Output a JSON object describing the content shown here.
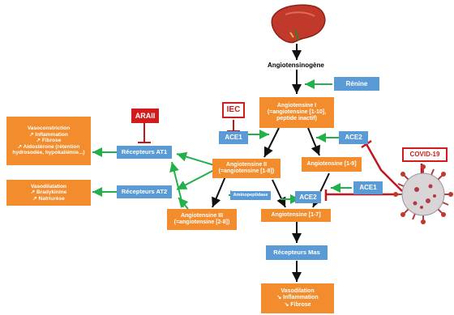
{
  "nodes": {
    "angiotensinogen": "Angiotensinogène",
    "renin": "Rénine",
    "ang1": [
      "Angiotensine I",
      "(=angiotensine [1-10],",
      "peptide inactif)"
    ],
    "iec": "IEC",
    "ace1_top": "ACE1",
    "ace2_top": "ACE2",
    "covid": "COVID-19",
    "arai": "ARAII",
    "at1": "Récepteurs AT1",
    "at2": "Récepteurs AT2",
    "ang2": [
      "Angiotensine II",
      "(=angiotensine [1-8])"
    ],
    "ang19": "Angiotensine [1-9]",
    "ace1_right": "ACE1",
    "ace2_mid": "ACE2",
    "aminopeptidase": "Aminopeptidase",
    "ang3": [
      "Angiotensine III",
      "(=angiotensine [2-8])"
    ],
    "ang17": "Angiotensine [1-7]",
    "mas": "Récepteurs Mas",
    "effects_at1": [
      "Vasoconstriction",
      "↗ Inflammation",
      "↗ Fibrose",
      "↗ Aldostérone (rétention",
      "hydrosodée, hypokaliémie...)"
    ],
    "effects_at2": [
      "Vasodilatation",
      "↗ Bradykinine",
      "↗ Natriurèse"
    ],
    "effects_mas": [
      "Vasodilation",
      "↘ Inflammation",
      "↘ Fibrose"
    ]
  },
  "colors": {
    "orange": "#f28c2c",
    "blue": "#5b9bd5",
    "green": "#22b04b",
    "red": "#c0161c",
    "black": "#111111"
  },
  "icons": [
    "liver-icon",
    "virus-icon"
  ]
}
